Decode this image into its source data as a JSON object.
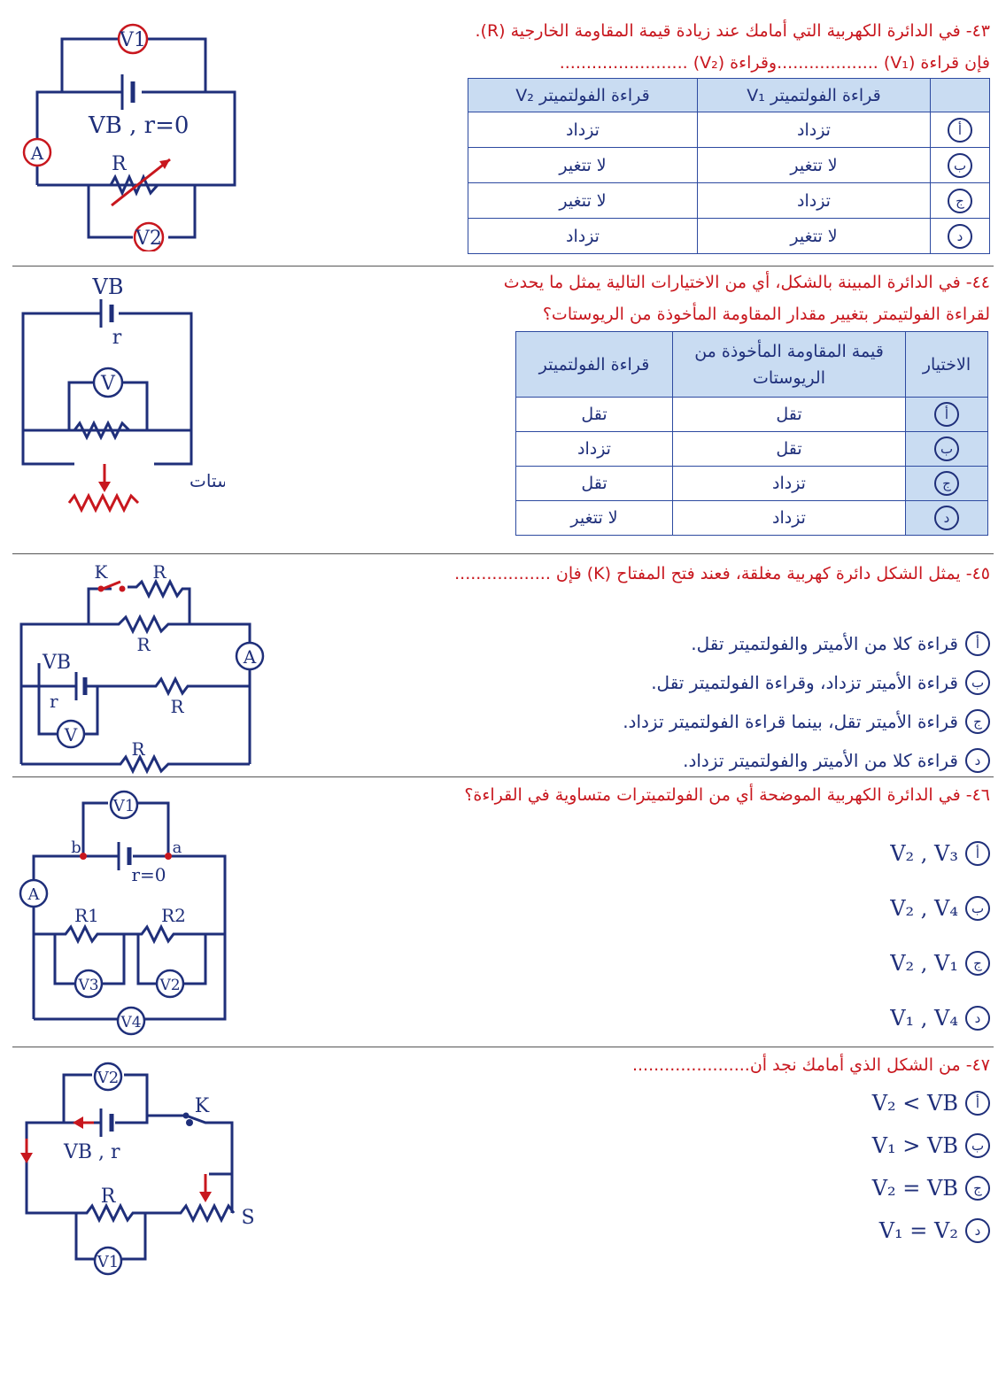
{
  "letters": [
    "أ",
    "ب",
    "ج",
    "د"
  ],
  "q43": {
    "line1": "٤٣- في الدائرة الكهربية التي أمامك عند زيادة قيمة المقاومة الخارجية (R).",
    "line2": "فإن قراءة (V₁) ...................وقراءة (V₂) ........................",
    "headers": [
      "",
      "قراءة الفولتميتر V₁",
      "قراءة الفولتميتر V₂"
    ],
    "rows": [
      [
        "تزداد",
        "تزداد"
      ],
      [
        "لا تتغير",
        "لا تتغير"
      ],
      [
        "تزداد",
        "لا تتغير"
      ],
      [
        "لا تتغير",
        "تزداد"
      ]
    ],
    "diagram": {
      "v1": "V1",
      "vb": "VB , r=0",
      "a": "A",
      "r": "R",
      "v2": "V2"
    }
  },
  "q44": {
    "line1": "٤٤- في الدائرة المبينة بالشكل، أي من الاختيارات التالية يمثل ما يحدث",
    "line2": "لقراءة الفولتيمتر بتغيير مقدار المقاومة المأخوذة من الريوستات؟",
    "headers": [
      "الاختيار",
      "قيمة المقاومة المأخوذة من الريوستات",
      "قراءة الفولتميتر"
    ],
    "rows": [
      [
        "تقل",
        "تقل"
      ],
      [
        "تقل",
        "تزداد"
      ],
      [
        "تزداد",
        "تقل"
      ],
      [
        "تزداد",
        "لا تتغير"
      ]
    ],
    "diagram": {
      "vb": "VB",
      "r": "r",
      "v": "V",
      "rheostat": "ريوستات"
    }
  },
  "q45": {
    "line1": "٤٥- يمثل الشكل دائرة كهربية مغلقة، فعند فتح المفتاح (K) فإن ..................",
    "choices": [
      "قراءة كلا من الأميتر والفولتميتر تقل.",
      "قراءة الأميتر تزداد، وقراءة الفولتميتر تقل.",
      "قراءة الأميتر تقل، بينما قراءة الفولتميتر تزداد.",
      "قراءة كلا من الأميتر والفولتميتر تزداد."
    ],
    "diagram": {
      "k": "K",
      "r": "R",
      "a": "A",
      "vb": "VB",
      "rs": "r",
      "v": "V"
    }
  },
  "q46": {
    "line1": "٤٦- في الدائرة الكهربية الموضحة أي من الفولتميترات متساوية في القراءة؟",
    "choices": [
      "V₂ , V₃",
      "V₂ , V₄",
      "V₂ , V₁",
      "V₁ , V₄"
    ],
    "diagram": {
      "v1": "V1",
      "b": "b",
      "a_pt": "a",
      "r0": "r=0",
      "a": "A",
      "r1": "R1",
      "r2": "R2",
      "v3": "V3",
      "v2": "V2",
      "v4": "V4"
    }
  },
  "q47": {
    "line1": "٤٧- من الشكل الذي أمامك نجد أن......................",
    "choices": [
      "V₂ < VB",
      "V₁ > VB",
      "V₂ = VB",
      "V₁ = V₂"
    ],
    "diagram": {
      "v2": "V2",
      "k": "K",
      "vb": "VB , r",
      "r": "R",
      "s": "S",
      "v1": "V1"
    }
  }
}
